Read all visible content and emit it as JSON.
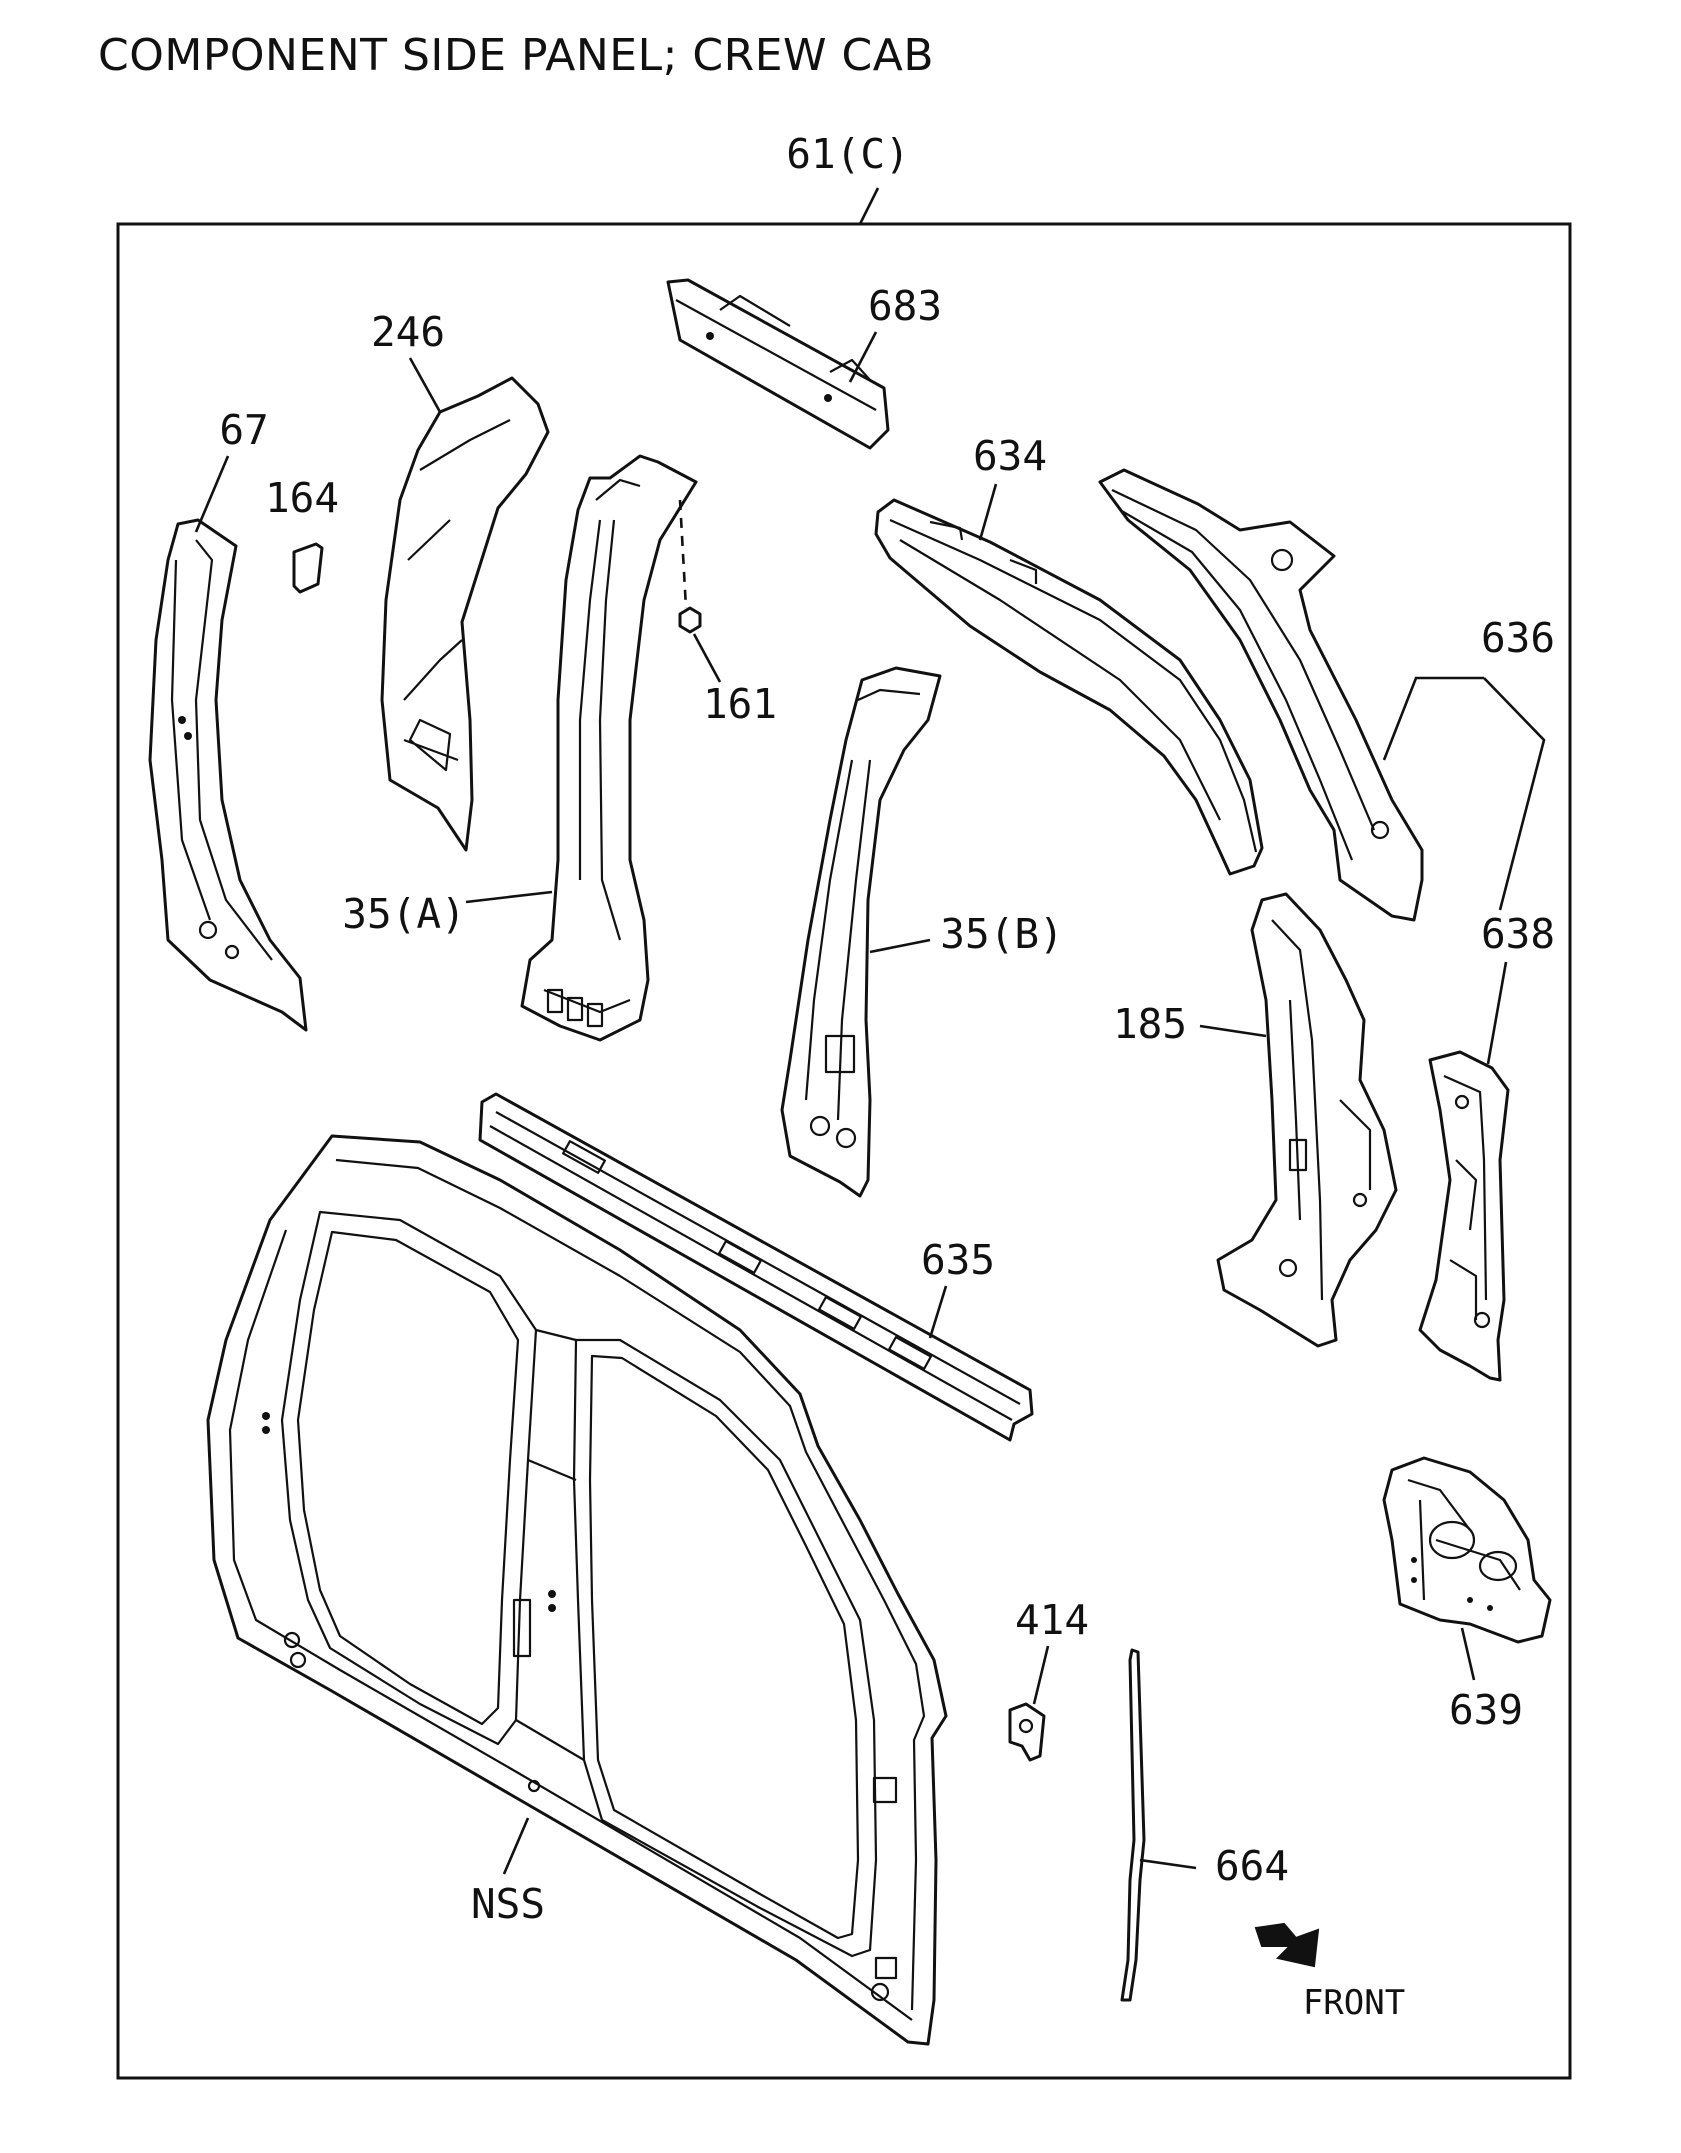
{
  "title": "COMPONENT SIDE PANEL; CREW CAB",
  "labels": {
    "assembly": "61(C)",
    "p683": "683",
    "p246": "246",
    "p67": "67",
    "p164": "164",
    "p634": "634",
    "p161": "161",
    "p636": "636",
    "p35a": "35(A)",
    "p35b": "35(B)",
    "p638": "638",
    "p185": "185",
    "p635": "635",
    "p414": "414",
    "p639": "639",
    "p664": "664",
    "nss": "NSS",
    "front": "FRONT"
  }
}
